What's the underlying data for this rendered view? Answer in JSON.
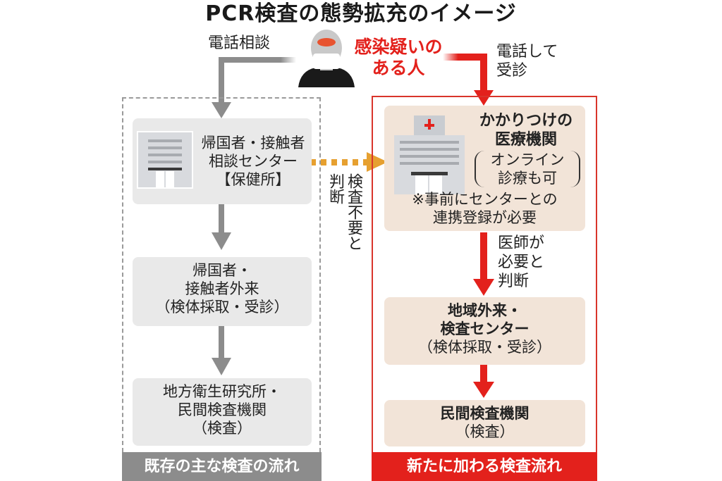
{
  "title": "PCR検査の態勢拡充のイメージ",
  "person": {
    "label_line1": "感染疑いの",
    "label_line2": "ある人",
    "icon": "masked-person-icon"
  },
  "left_path_label": "電話相談",
  "right_path_label_line1": "電話して",
  "right_path_label_line2": "受診",
  "existing_flow": {
    "footer": "既存の主な検査の流れ",
    "steps": [
      {
        "lines": [
          "帰国者・接触者",
          "相談センター",
          "【保健所】"
        ],
        "icon": "building-icon"
      },
      {
        "lines": [
          "帰国者・",
          "接触者外来",
          "（検体採取・受診）"
        ]
      },
      {
        "lines": [
          "地方衛生研究所・",
          "民間検査機関",
          "（検査）"
        ]
      }
    ]
  },
  "transfer_label": [
    "検査不要と",
    "判断"
  ],
  "new_flow": {
    "footer": "新たに加わる検査流れ",
    "steps": [
      {
        "title_lines": [
          "かかりつけの",
          "医療機関"
        ],
        "sub_lines": [
          "オンライン",
          "診療も可"
        ],
        "note_lines": [
          "※事前にセンターとの",
          "連携登録が必要"
        ],
        "icon": "hospital-icon"
      },
      {
        "title_lines": [
          "地域外来・",
          "検査センター"
        ],
        "sub_lines": [
          "（検体採取・受診）"
        ]
      },
      {
        "title_lines": [
          "民間検査機関"
        ],
        "sub_lines": [
          "（検査）"
        ]
      }
    ],
    "doctor_label": [
      "医師が",
      "必要と",
      "判断"
    ]
  },
  "colors": {
    "red": "#e3211c",
    "grey_arrow": "#8c8c8c",
    "orange": "#e6a030",
    "beige": "#f2e4d8",
    "grey_card": "#e9e9e9"
  }
}
